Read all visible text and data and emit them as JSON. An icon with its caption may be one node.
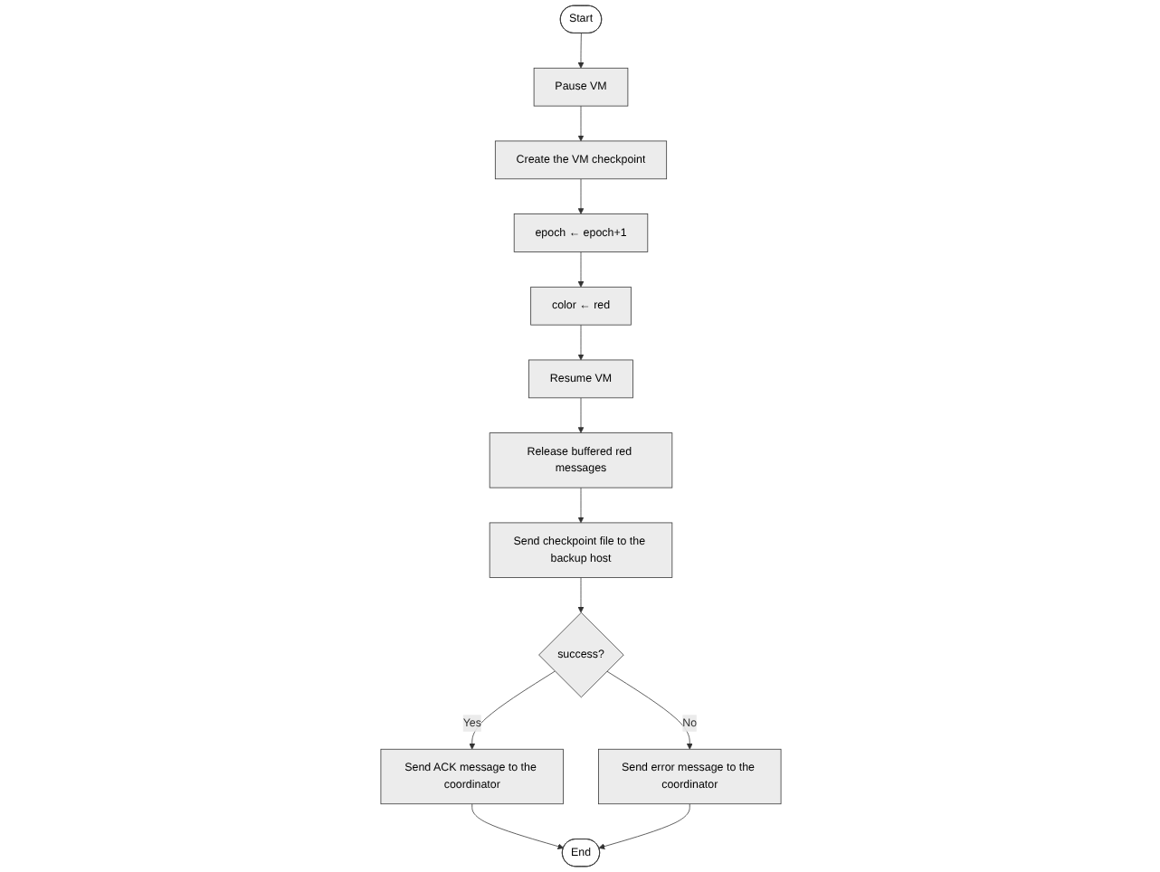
{
  "diagram": {
    "nodes": [
      {
        "text": [
          "Start"
        ]
      },
      {
        "text": [
          "Pause VM"
        ]
      },
      {
        "text": [
          "Create the VM checkpoint"
        ]
      },
      {
        "text": [
          "epoch ← epoch+1"
        ]
      },
      {
        "text": [
          "color ← red"
        ]
      },
      {
        "text": [
          "Resume VM"
        ]
      },
      {
        "text": [
          "Release buffered red messages"
        ]
      },
      {
        "text": [
          "Send checkpoint file to the backup host"
        ]
      },
      {
        "text": [
          "success?"
        ]
      },
      {
        "text": [
          "Send ACK message to the coordinator"
        ]
      },
      {
        "text": [
          "Send error message to the coordinator"
        ]
      },
      {
        "text": [
          "End"
        ]
      }
    ],
    "edges": [
      {
        "from": 0,
        "to": 1,
        "arrow": "to"
      },
      {
        "from": 1,
        "to": 2,
        "arrow": "to"
      },
      {
        "from": 2,
        "to": 3,
        "arrow": "to"
      },
      {
        "from": 3,
        "to": 4,
        "arrow": "to"
      },
      {
        "from": 4,
        "to": 5,
        "arrow": "to"
      },
      {
        "from": 5,
        "to": 6,
        "arrow": "to"
      },
      {
        "from": 6,
        "to": 7,
        "arrow": "to"
      },
      {
        "from": 7,
        "to": 8,
        "arrow": "to"
      },
      {
        "from": 8,
        "to": 9,
        "label": "Yes",
        "arrow": "to"
      },
      {
        "from": 8,
        "to": 10,
        "label": "No",
        "arrow": "to"
      },
      {
        "from": 9,
        "to": 11,
        "arrow": "to"
      },
      {
        "from": 10,
        "to": 11,
        "arrow": "to"
      }
    ]
  }
}
